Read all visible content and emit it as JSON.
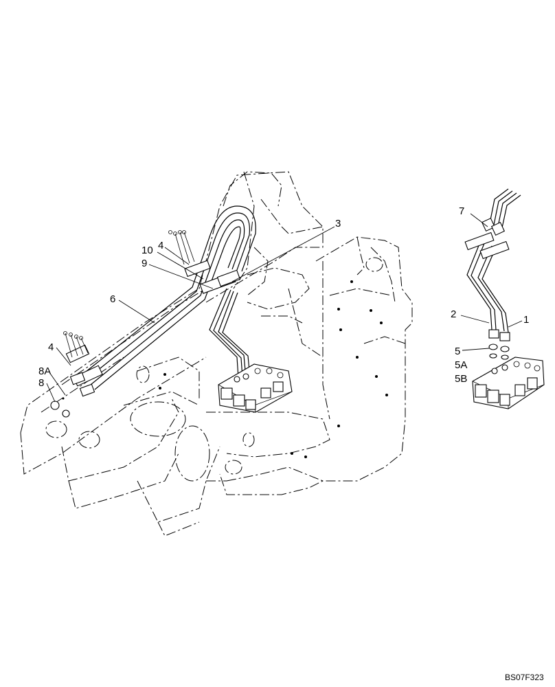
{
  "diagram": {
    "callouts": [
      {
        "id": "c3",
        "text": "3"
      },
      {
        "id": "c10",
        "text": "10"
      },
      {
        "id": "c4a",
        "text": "4"
      },
      {
        "id": "c9",
        "text": "9"
      },
      {
        "id": "c6",
        "text": "6"
      },
      {
        "id": "c4b",
        "text": "4"
      },
      {
        "id": "c8A",
        "text": "8A"
      },
      {
        "id": "c8",
        "text": "8"
      },
      {
        "id": "c7",
        "text": "7"
      },
      {
        "id": "c2",
        "text": "2"
      },
      {
        "id": "c1",
        "text": "1"
      },
      {
        "id": "c5",
        "text": "5"
      },
      {
        "id": "c5A",
        "text": "5A"
      },
      {
        "id": "c5B",
        "text": "5B"
      }
    ],
    "reference_code": "BS07F323"
  }
}
